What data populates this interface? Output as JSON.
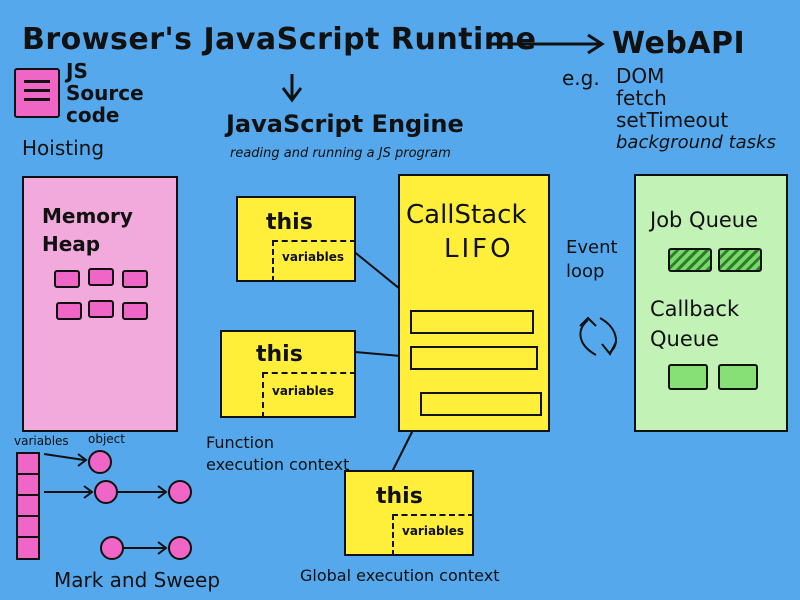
{
  "title": "Browser's JavaScript Runtime",
  "js_source": {
    "label": "JS Source code",
    "hoisting": "Hoisting"
  },
  "engine": {
    "title": "JavaScript Engine",
    "subtitle": "reading and running a JS program"
  },
  "web_api": {
    "title": "WebAPI",
    "eg": "e.g.",
    "items": [
      "DOM",
      "fetch",
      "setTimeout",
      "background tasks"
    ]
  },
  "memory_heap": {
    "label": "Memory Heap"
  },
  "callstack": {
    "title": "CallStack",
    "subtitle": "LIFO"
  },
  "event_loop": {
    "label": "Event loop"
  },
  "queues": {
    "job": "Job Queue",
    "callback": "Callback Queue"
  },
  "contexts": {
    "this_label": "this",
    "variables_label": "variables",
    "function_ctx": "Function execution context",
    "global_ctx": "Global execution context"
  },
  "gc": {
    "variables": "variables",
    "object": "object",
    "label": "Mark and Sweep"
  },
  "colors": {
    "background": "#55a8ec",
    "yellow": "#ffef3a",
    "pink": "#f2a9dc",
    "hot_pink": "#ef66c6",
    "green": "#c3f2b7"
  }
}
